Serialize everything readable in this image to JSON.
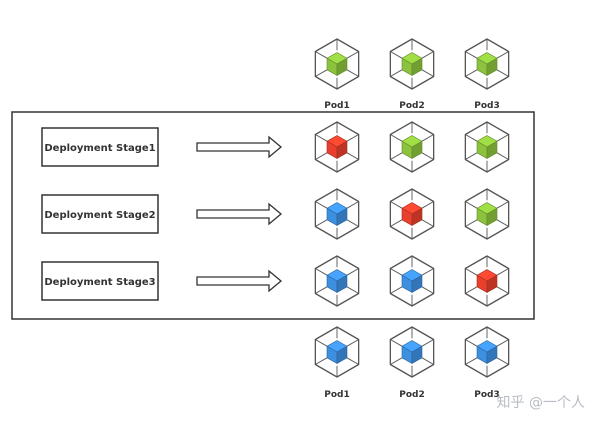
{
  "colors": {
    "green": "#8cc23d",
    "red": "#e8402c",
    "blue": "#3d8fe0",
    "outline": "#555555",
    "frame": "#333333"
  },
  "top_pods": {
    "states": [
      "green",
      "green",
      "green"
    ],
    "labels": [
      "Pod1",
      "Pod2",
      "Pod3"
    ]
  },
  "stages": [
    {
      "label": "Deployment Stage1",
      "pods": [
        "red",
        "green",
        "green"
      ]
    },
    {
      "label": "Deployment Stage2",
      "pods": [
        "blue",
        "red",
        "green"
      ]
    },
    {
      "label": "Deployment Stage3",
      "pods": [
        "blue",
        "blue",
        "red"
      ]
    }
  ],
  "bottom_pods": {
    "states": [
      "blue",
      "blue",
      "blue"
    ],
    "labels": [
      "Pod1",
      "Pod2",
      "Pod3"
    ]
  },
  "watermark": {
    "text": "知乎 @一个人"
  }
}
